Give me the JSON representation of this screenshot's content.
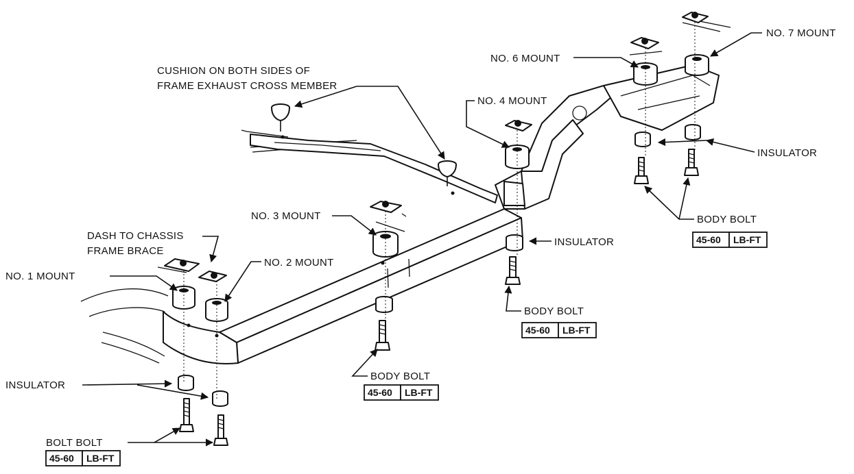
{
  "labels": {
    "cushion_line1": "CUSHION ON BOTH SIDES OF",
    "cushion_line2": "FRAME EXHAUST CROSS MEMBER",
    "no1": "NO. 1 MOUNT",
    "no2": "NO. 2 MOUNT",
    "no3": "NO. 3 MOUNT",
    "no4": "NO. 4 MOUNT",
    "no6": "NO. 6 MOUNT",
    "no7": "NO. 7 MOUNT",
    "dash_line1": "DASH TO CHASSIS",
    "dash_line2": "FRAME BRACE",
    "insulator_left": "INSULATOR",
    "insulator_mid": "INSULATOR",
    "insulator_right": "INSULATOR",
    "bolt_left": "BOLT BOLT",
    "bolt_center": "BODY BOLT",
    "bolt_mid": "BODY BOLT",
    "bolt_right": "BODY BOLT"
  },
  "torque_specs": {
    "left": {
      "value": "45-60",
      "unit": "LB-FT"
    },
    "center": {
      "value": "45-60",
      "unit": "LB-FT"
    },
    "mid": {
      "value": "45-60",
      "unit": "LB-FT"
    },
    "right": {
      "value": "45-60",
      "unit": "LB-FT"
    }
  }
}
